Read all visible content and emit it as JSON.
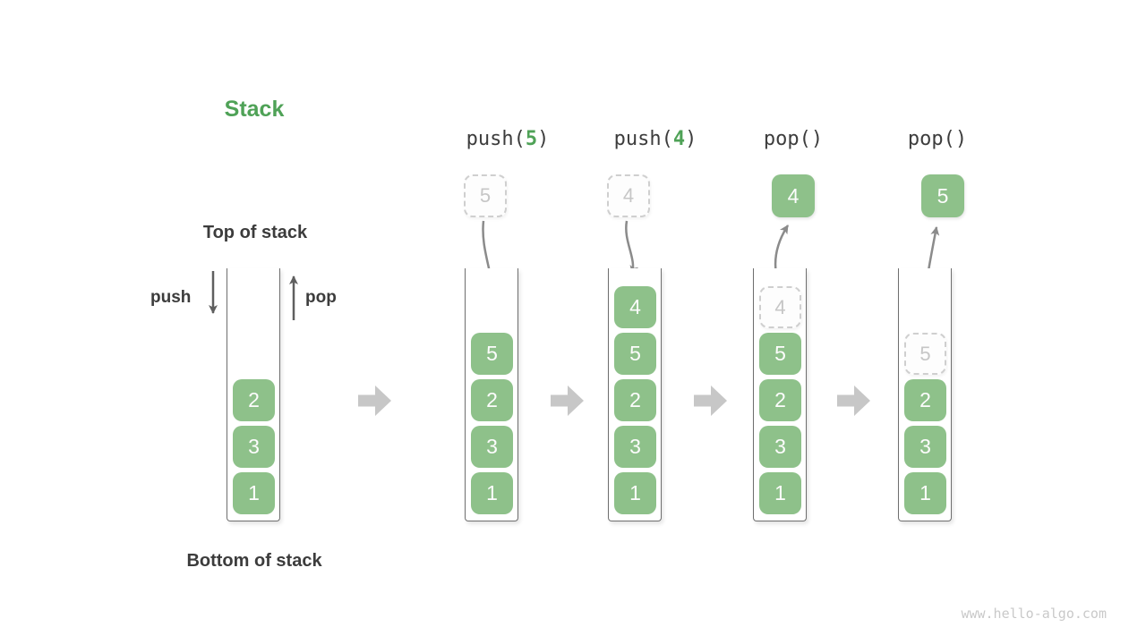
{
  "title": "Stack",
  "watermark": "www.hello-algo.com",
  "annotations": {
    "top_of_stack": "Top of stack",
    "bottom_of_stack": "Bottom of stack",
    "push_label": "push",
    "pop_label": "pop"
  },
  "colors": {
    "accent_green": "#4fa257",
    "box_green": "#8ec18a",
    "dark_text": "#3c3c3c",
    "curved_arrow": "#8b8b8b",
    "straight_arrow": "#5f5f5f",
    "block_arrow": "#c7c7c7",
    "ghost_border": "#cfcfcf",
    "ghost_text": "#c6c6c6",
    "container_border": "#6f6f6f",
    "watermark_text": "#c9c9c9"
  },
  "columns": [
    {
      "name": "initial-stack",
      "items": [
        {
          "value": "2"
        },
        {
          "value": "3"
        },
        {
          "value": "1"
        }
      ]
    },
    {
      "name": "after-push-5",
      "op": {
        "prefix": "push(",
        "arg": "5",
        "suffix": ")"
      },
      "incoming": {
        "value": "5",
        "ghost": true
      },
      "items": [
        {
          "value": "5"
        },
        {
          "value": "2"
        },
        {
          "value": "3"
        },
        {
          "value": "1"
        }
      ]
    },
    {
      "name": "after-push-4",
      "op": {
        "prefix": "push(",
        "arg": "4",
        "suffix": ")"
      },
      "incoming": {
        "value": "4",
        "ghost": true
      },
      "items": [
        {
          "value": "4"
        },
        {
          "value": "5"
        },
        {
          "value": "2"
        },
        {
          "value": "3"
        },
        {
          "value": "1"
        }
      ]
    },
    {
      "name": "after-pop-4",
      "op": {
        "prefix": "pop()",
        "arg": "",
        "suffix": ""
      },
      "outgoing": {
        "value": "4"
      },
      "items": [
        {
          "value": "4",
          "ghost": true
        },
        {
          "value": "5"
        },
        {
          "value": "2"
        },
        {
          "value": "3"
        },
        {
          "value": "1"
        }
      ]
    },
    {
      "name": "after-pop-5",
      "op": {
        "prefix": "pop()",
        "arg": "",
        "suffix": ""
      },
      "outgoing": {
        "value": "5"
      },
      "items": [
        {
          "value": "5",
          "ghost": true
        },
        {
          "value": "2"
        },
        {
          "value": "3"
        },
        {
          "value": "1"
        }
      ]
    }
  ]
}
